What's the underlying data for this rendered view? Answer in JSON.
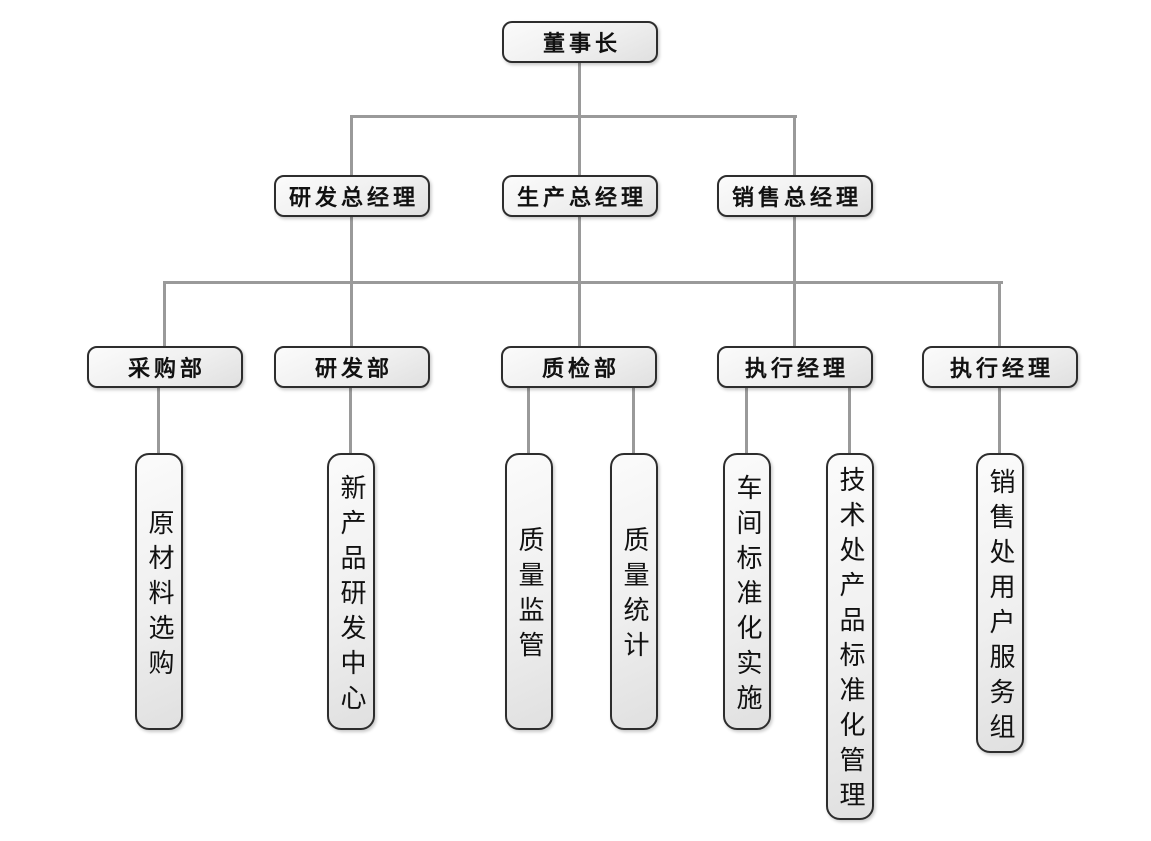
{
  "org": {
    "root": {
      "label": "董事长"
    },
    "managers": [
      {
        "label": "研发总经理"
      },
      {
        "label": "生产总经理"
      },
      {
        "label": "销售总经理"
      }
    ],
    "departments": [
      {
        "label": "采购部"
      },
      {
        "label": "研发部"
      },
      {
        "label": "质检部"
      },
      {
        "label": "执行经理"
      },
      {
        "label": "执行经理"
      }
    ],
    "groups": [
      {
        "label": "原材料选购"
      },
      {
        "label": "新产品研发中心"
      },
      {
        "label": "质量监管"
      },
      {
        "label": "质量统计"
      },
      {
        "label": "车间标准化实施"
      },
      {
        "label": "技术处产品标准化管理"
      },
      {
        "label": "销售处用户服务组"
      }
    ],
    "colors": {
      "background": "#ffffff",
      "node_fill_top": "#fbfbfb",
      "node_fill_bottom": "#e0e0e0",
      "node_border": "#2d2d2d",
      "connector": "#9a9a9a",
      "text": "#111111"
    }
  }
}
